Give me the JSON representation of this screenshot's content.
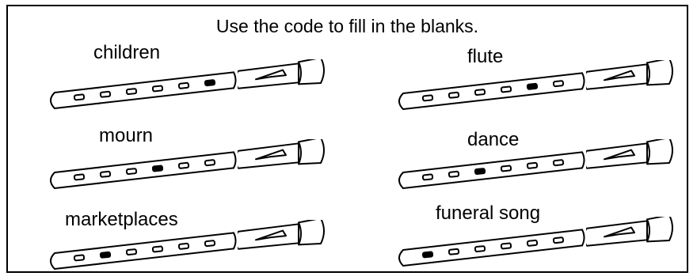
{
  "instruction": "Use the code to fill in the blanks.",
  "items": [
    {
      "word": "children",
      "filled_hole": 6
    },
    {
      "word": "flute",
      "filled_hole": 5
    },
    {
      "word": "mourn",
      "filled_hole": 4
    },
    {
      "word": "dance",
      "filled_hole": 3
    },
    {
      "word": "marketplaces",
      "filled_hole": 2
    },
    {
      "word": "funeral song",
      "filled_hole": 1
    }
  ],
  "colors": {
    "ink": "#000000",
    "paper": "#ffffff"
  }
}
